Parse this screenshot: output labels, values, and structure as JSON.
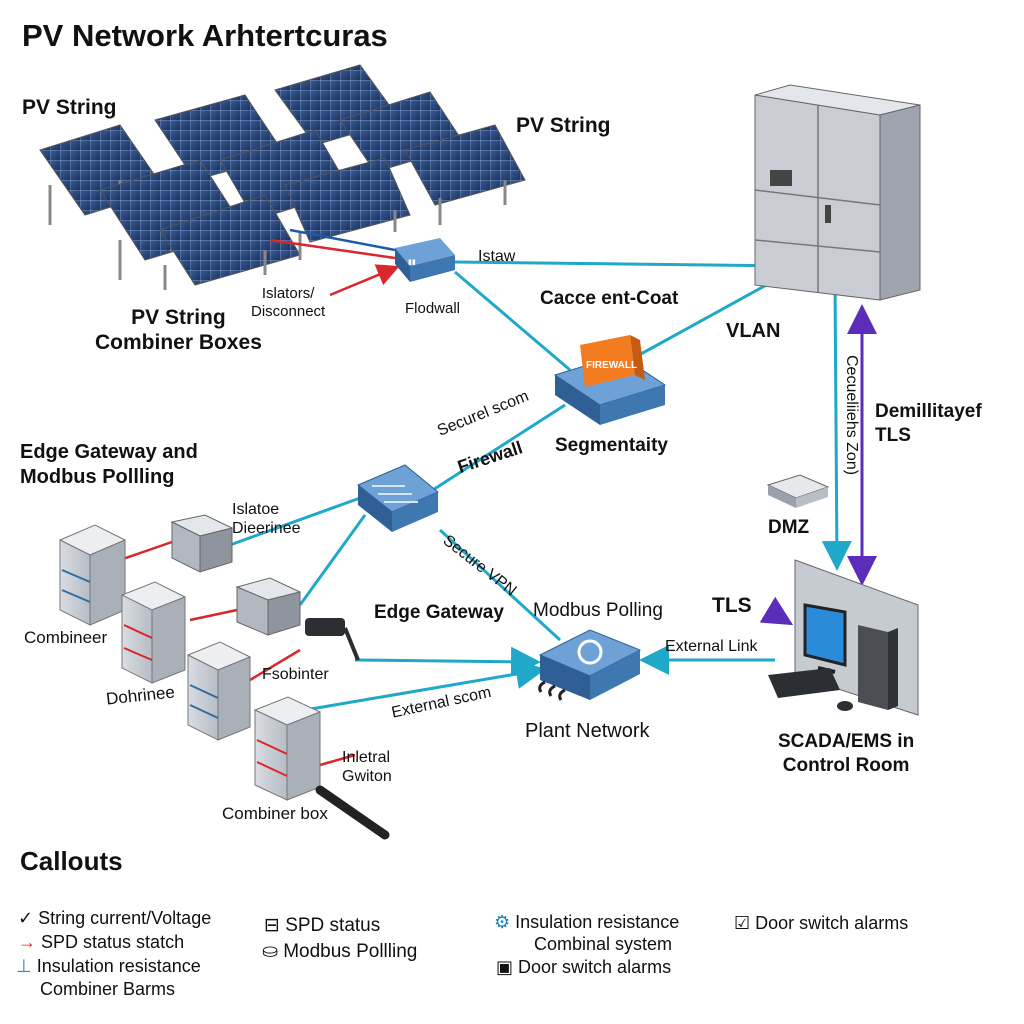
{
  "title": "PV Network Arhtertcuras",
  "labels": {
    "pv_string_left": "PV String",
    "pv_string_right": "PV String",
    "combiner_boxes": "PV String\nCombiner Boxes",
    "isolators": "Islators/\nDisconnect",
    "flodwall": "Flodwall",
    "istaw": "Istaw",
    "cacce": "Cacce ent-Coat",
    "vlan": "VLAN",
    "firewall_box": "FIREWALL",
    "segmentaity": "Segmentaity",
    "securel_scom": "Securel scom",
    "firewall": "Firewall",
    "edge_gateway_modbus": "Edge Gateway and\nModbus Pollling",
    "islatoe": "Islatoe\nDieerinee",
    "secure_vpn": "Secure VPN",
    "edge_gateway": "Edge Gateway",
    "modbus_polling": "Modbus Polling",
    "combineer": "Combineer",
    "dohrinee": "Dohrinee",
    "fsobinter": "Fsobinter",
    "external_scom": "External scom",
    "plant_network": "Plant Network",
    "inletral_gwiton": "Inletral\nGwiton",
    "combiner_box": "Combiner box",
    "cecueliiehs_zon": "Cecueliiehs Zon)",
    "demillitayef": "Demillitayef\nTLS",
    "dmz": "DMZ",
    "tls": "TLS",
    "external_link": "External Link",
    "scada": "SCADA/EMS in\nControl Room"
  },
  "callouts": {
    "title": "Callouts",
    "col1": [
      "String current/Voltage",
      "SPD status statch",
      "Insulation resistance",
      "Combiner Barms"
    ],
    "col2": [
      "SPD status",
      "Modbus Pollling"
    ],
    "col3": [
      "Insulation resistance",
      "Combinal system",
      "Door switch alarms"
    ],
    "col4": [
      "Door switch alarms"
    ]
  },
  "colors": {
    "link": "#1fa8c8",
    "tls_link": "#5b2db8",
    "power": "#d8272d",
    "panel": "#2d4f86",
    "gateway": "#2f6ea3",
    "firewall_accent": "#f47c20"
  },
  "icons": [
    "check-icon",
    "red-arrow-icon",
    "insulation-icon",
    "spd-icon",
    "modbus-icon",
    "robot-icon",
    "monitor-icon",
    "door-switch-icon"
  ]
}
